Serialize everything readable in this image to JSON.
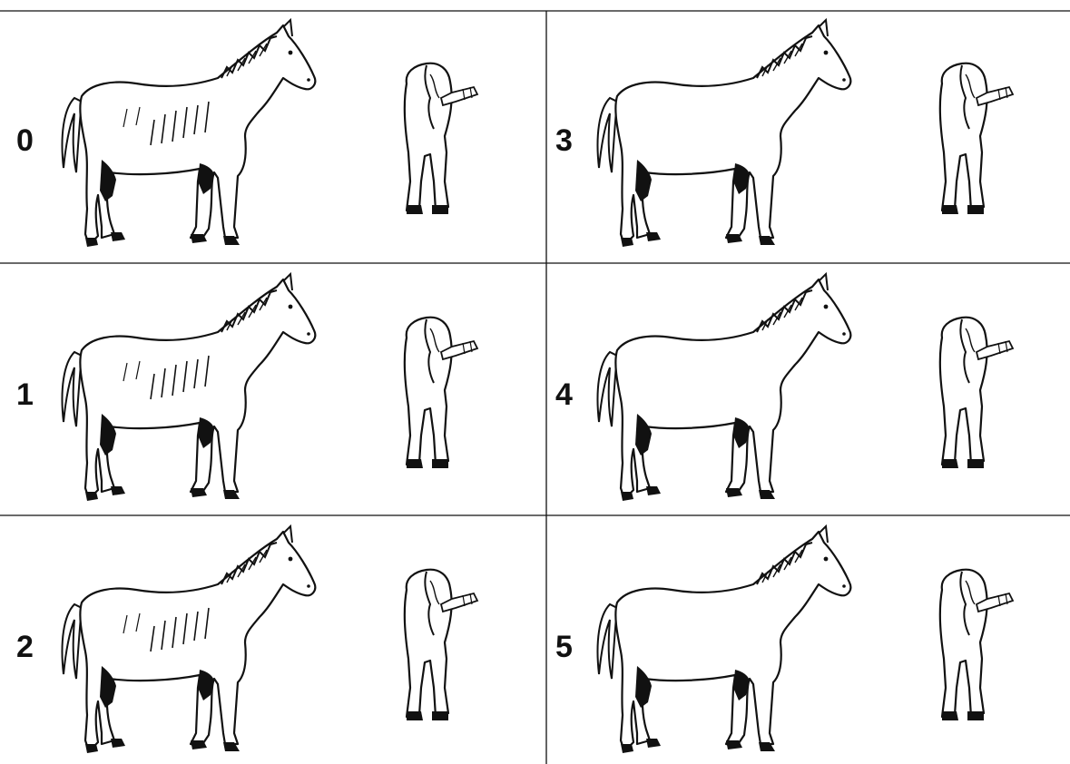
{
  "scores": [
    {
      "label": "0"
    },
    {
      "label": "3"
    },
    {
      "label": "1"
    },
    {
      "label": "4"
    },
    {
      "label": "2"
    },
    {
      "label": "5"
    }
  ],
  "colors": {
    "line": "#111111",
    "background": "#ffffff",
    "fill": "#ffffff"
  },
  "icons": {
    "side_view": "horse-side-icon",
    "rear_view": "horse-rear-icon"
  }
}
